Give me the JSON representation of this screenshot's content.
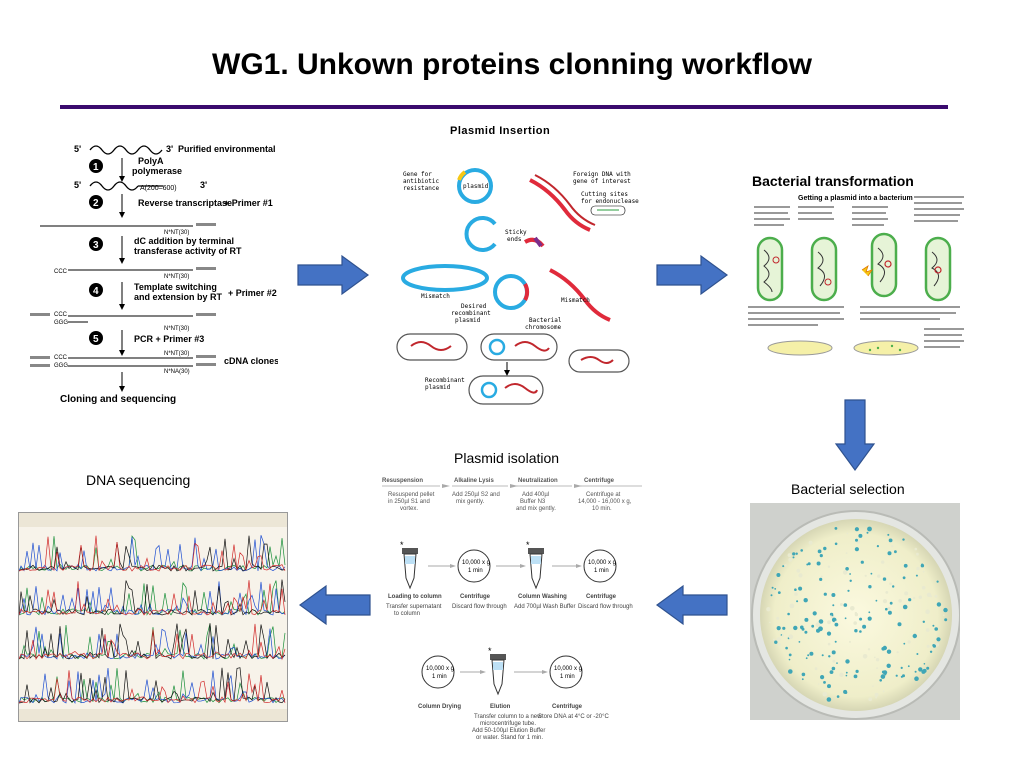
{
  "slide": {
    "title": "WG1. Unkown proteins clonning workflow",
    "accent_color": "#3a0a6e",
    "arrow_color": "#4472c4"
  },
  "cdna_panel": {
    "five_prime": "5'",
    "three_prime": "3'",
    "rna_label": "Purified environmental (r)(m)RNA",
    "polya_label": "PolyA\npolymerase",
    "polya_tail": "A(200–600)",
    "steps": [
      {
        "num": "1"
      },
      {
        "num": "2",
        "text": "Reverse transcriptase",
        "primer": "+ Primer #1"
      },
      {
        "num": "3",
        "text": "dC addition by terminal transferase activity of RT"
      },
      {
        "num": "4",
        "text": "Template switching and extension by RT",
        "primer": "+ Primer #2"
      },
      {
        "num": "5",
        "text": "PCR + Primer #3"
      }
    ],
    "nt_label": "N*NT(30)",
    "na_label": "N*NA(30)",
    "ccc": "CCC",
    "ggg": "GGG",
    "clones_label": "cDNA clones",
    "final_label": "Cloning and sequencing"
  },
  "plasmid_panel": {
    "title": "Plasmid Insertion",
    "gene_label": "Gene for antibiotic resistance",
    "plasmid_label": "plasmid",
    "foreign_label": "Foreign DNA with gene of interest",
    "cutting_label": "Cutting sites for endonuclease",
    "sticky_label": "Sticky ends",
    "mismatch_left": "Mismatch",
    "mismatch_right": "Mismatch",
    "desired_label": "Desired recombinant plasmid",
    "bacterial_chromosome": "Bacterial chromosome",
    "recombinant_label": "Recombinant plasmid"
  },
  "transformation_panel": {
    "title": "Bacterial transformation",
    "subtitle": "Getting a plasmid into a bacterium"
  },
  "captions": {
    "plasmid_isolation": "Plasmid isolation",
    "dna_sequencing": "DNA sequencing",
    "bacterial_selection": "Bacterial selection"
  },
  "isolation_panel": {
    "row1": [
      {
        "head": "Resuspension",
        "body": "Resuspend pellet in 250µl S1 and vortex."
      },
      {
        "head": "Alkaline Lysis",
        "body": "Add 250µl S2 and mix gently."
      },
      {
        "head": "Neutralization",
        "body": "Add 400µl Buffer N3 and mix gently."
      },
      {
        "head": "Centrifuge",
        "body": "Centrifuge at 14,000 - 16,000 x g, 10 min."
      }
    ],
    "row2": [
      {
        "head": "Loading to column",
        "body": "Transfer supernatant to column"
      },
      {
        "head": "Centrifuge",
        "body": "Discard flow through"
      },
      {
        "head": "Column Washing",
        "body": "Add 700µl Wash Buffer"
      },
      {
        "head": "Centrifuge",
        "body": "Discard flow through"
      }
    ],
    "row3": [
      {
        "head": "Column Drying",
        "body": ""
      },
      {
        "head": "Elution",
        "body": "Transfer column to a new microcentrifuge tube. Add 50-100µl Elution Buffer or water. Stand for 1 min."
      },
      {
        "head": "Centrifuge",
        "body": "Store DNA at 4°C or -20°C"
      }
    ],
    "spin_line1": "10,000 x g",
    "spin_line2": "1 min"
  }
}
